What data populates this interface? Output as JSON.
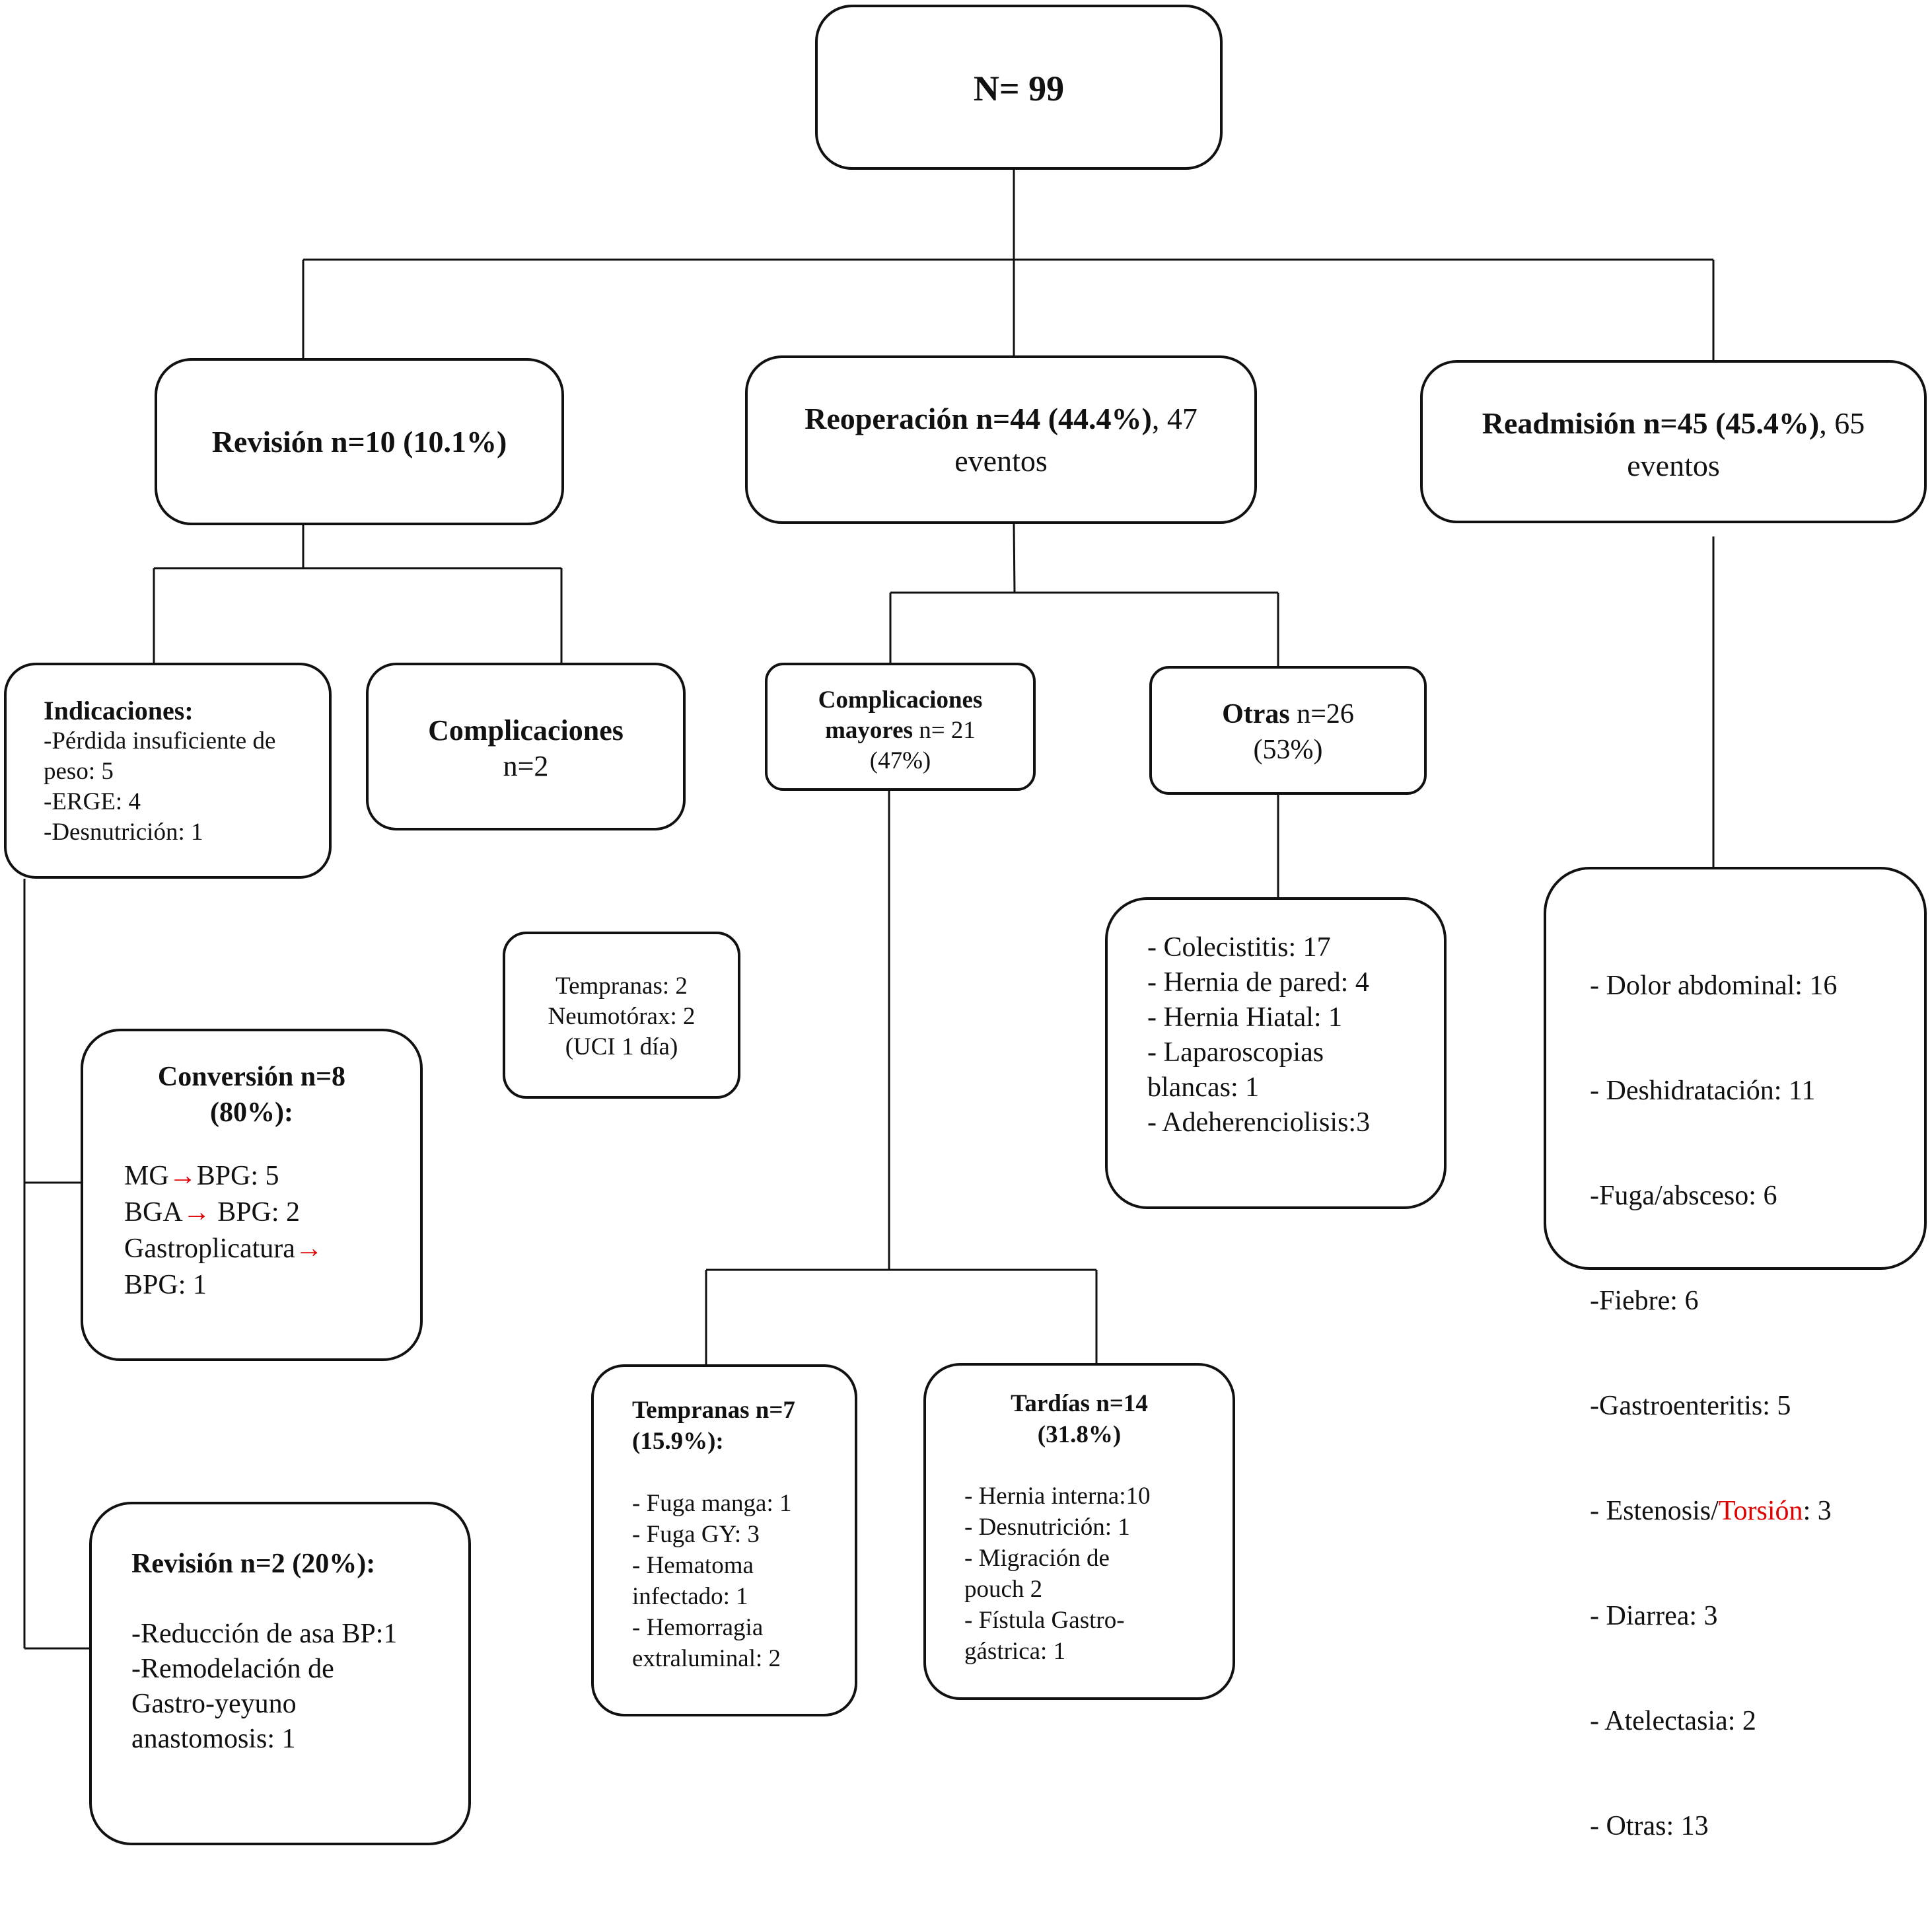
{
  "root": {
    "label": "N= 99"
  },
  "revision": {
    "title": "Revisión n=10 (10.1%)"
  },
  "reoperacion": {
    "title_bold": "Reoperación n=44 (44.4%)",
    "title_rest": ", 47",
    "line2": "eventos"
  },
  "readmision": {
    "title_bold": "Readmisión n=45 (45.4%)",
    "title_rest": ", 65",
    "line2": "eventos",
    "items": [
      "- Dolor abdominal: 16",
      "- Deshidratación: 11",
      " -Fuga/absceso:  6",
      " -Fiebre: 6",
      " -Gastroenteritis: 5"
    ],
    "estenosis_pre": "- Estenosis/",
    "estenosis_red": "Torsión",
    "estenosis_post": ": 3",
    "items2": [
      "- Diarrea: 3",
      "- Atelectasia: 2",
      "- Otras: 13"
    ]
  },
  "indicaciones": {
    "title": "Indicaciones:",
    "lines": [
      "-Pérdida insuficiente de",
      "peso: 5",
      "-ERGE: 4",
      "-Desnutrición: 1"
    ]
  },
  "complicaciones_rev": {
    "title": "Complicaciones",
    "line2": "n=2"
  },
  "tempranas_box": {
    "lines": [
      "Tempranas: 2",
      "Neumotórax: 2",
      "(UCI 1 día)"
    ]
  },
  "conversion": {
    "title1": "Conversión n=8",
    "title2": "(80%):",
    "l1a": "MG",
    "l1b": "BPG: 5",
    "l2a": "BGA",
    "l2b": " BPG: 2",
    "l3a": "Gastroplicatura",
    "l4": "BPG: 1",
    "arrow": "→"
  },
  "revision2": {
    "title": "Revisión n=2 (20%):",
    "lines": [
      "-Reducción de asa BP:1",
      "-Remodelación de",
      "Gastro-yeyuno",
      "anastomosis: 1"
    ]
  },
  "mayores": {
    "line1": "Complicaciones",
    "line2_bold": "mayores",
    "line2_rest": " n= 21",
    "line3": "(47%)"
  },
  "otras": {
    "title_bold": "Otras",
    "title_rest": " n=26",
    "line2": "(53%)",
    "items": [
      "- Colecistitis: 17",
      "- Hernia de pared: 4",
      "- Hernia Hiatal: 1",
      "- Laparoscopias",
      "blancas: 1",
      "- Adeherenciolisis:3"
    ]
  },
  "tempranas": {
    "title1": "Tempranas n=7",
    "title2": "(15.9%):",
    "lines": [
      "- Fuga manga: 1",
      "- Fuga GY: 3",
      "- Hematoma",
      "infectado: 1",
      "- Hemorragia",
      "extraluminal: 2"
    ]
  },
  "tardias": {
    "title1": "Tardías n=14",
    "title2": "(31.8%)",
    "lines": [
      "- Hernia interna:10",
      "- Desnutrición: 1",
      "- Migración de",
      "pouch 2",
      "- Fístula Gastro-",
      "gástrica: 1"
    ]
  }
}
